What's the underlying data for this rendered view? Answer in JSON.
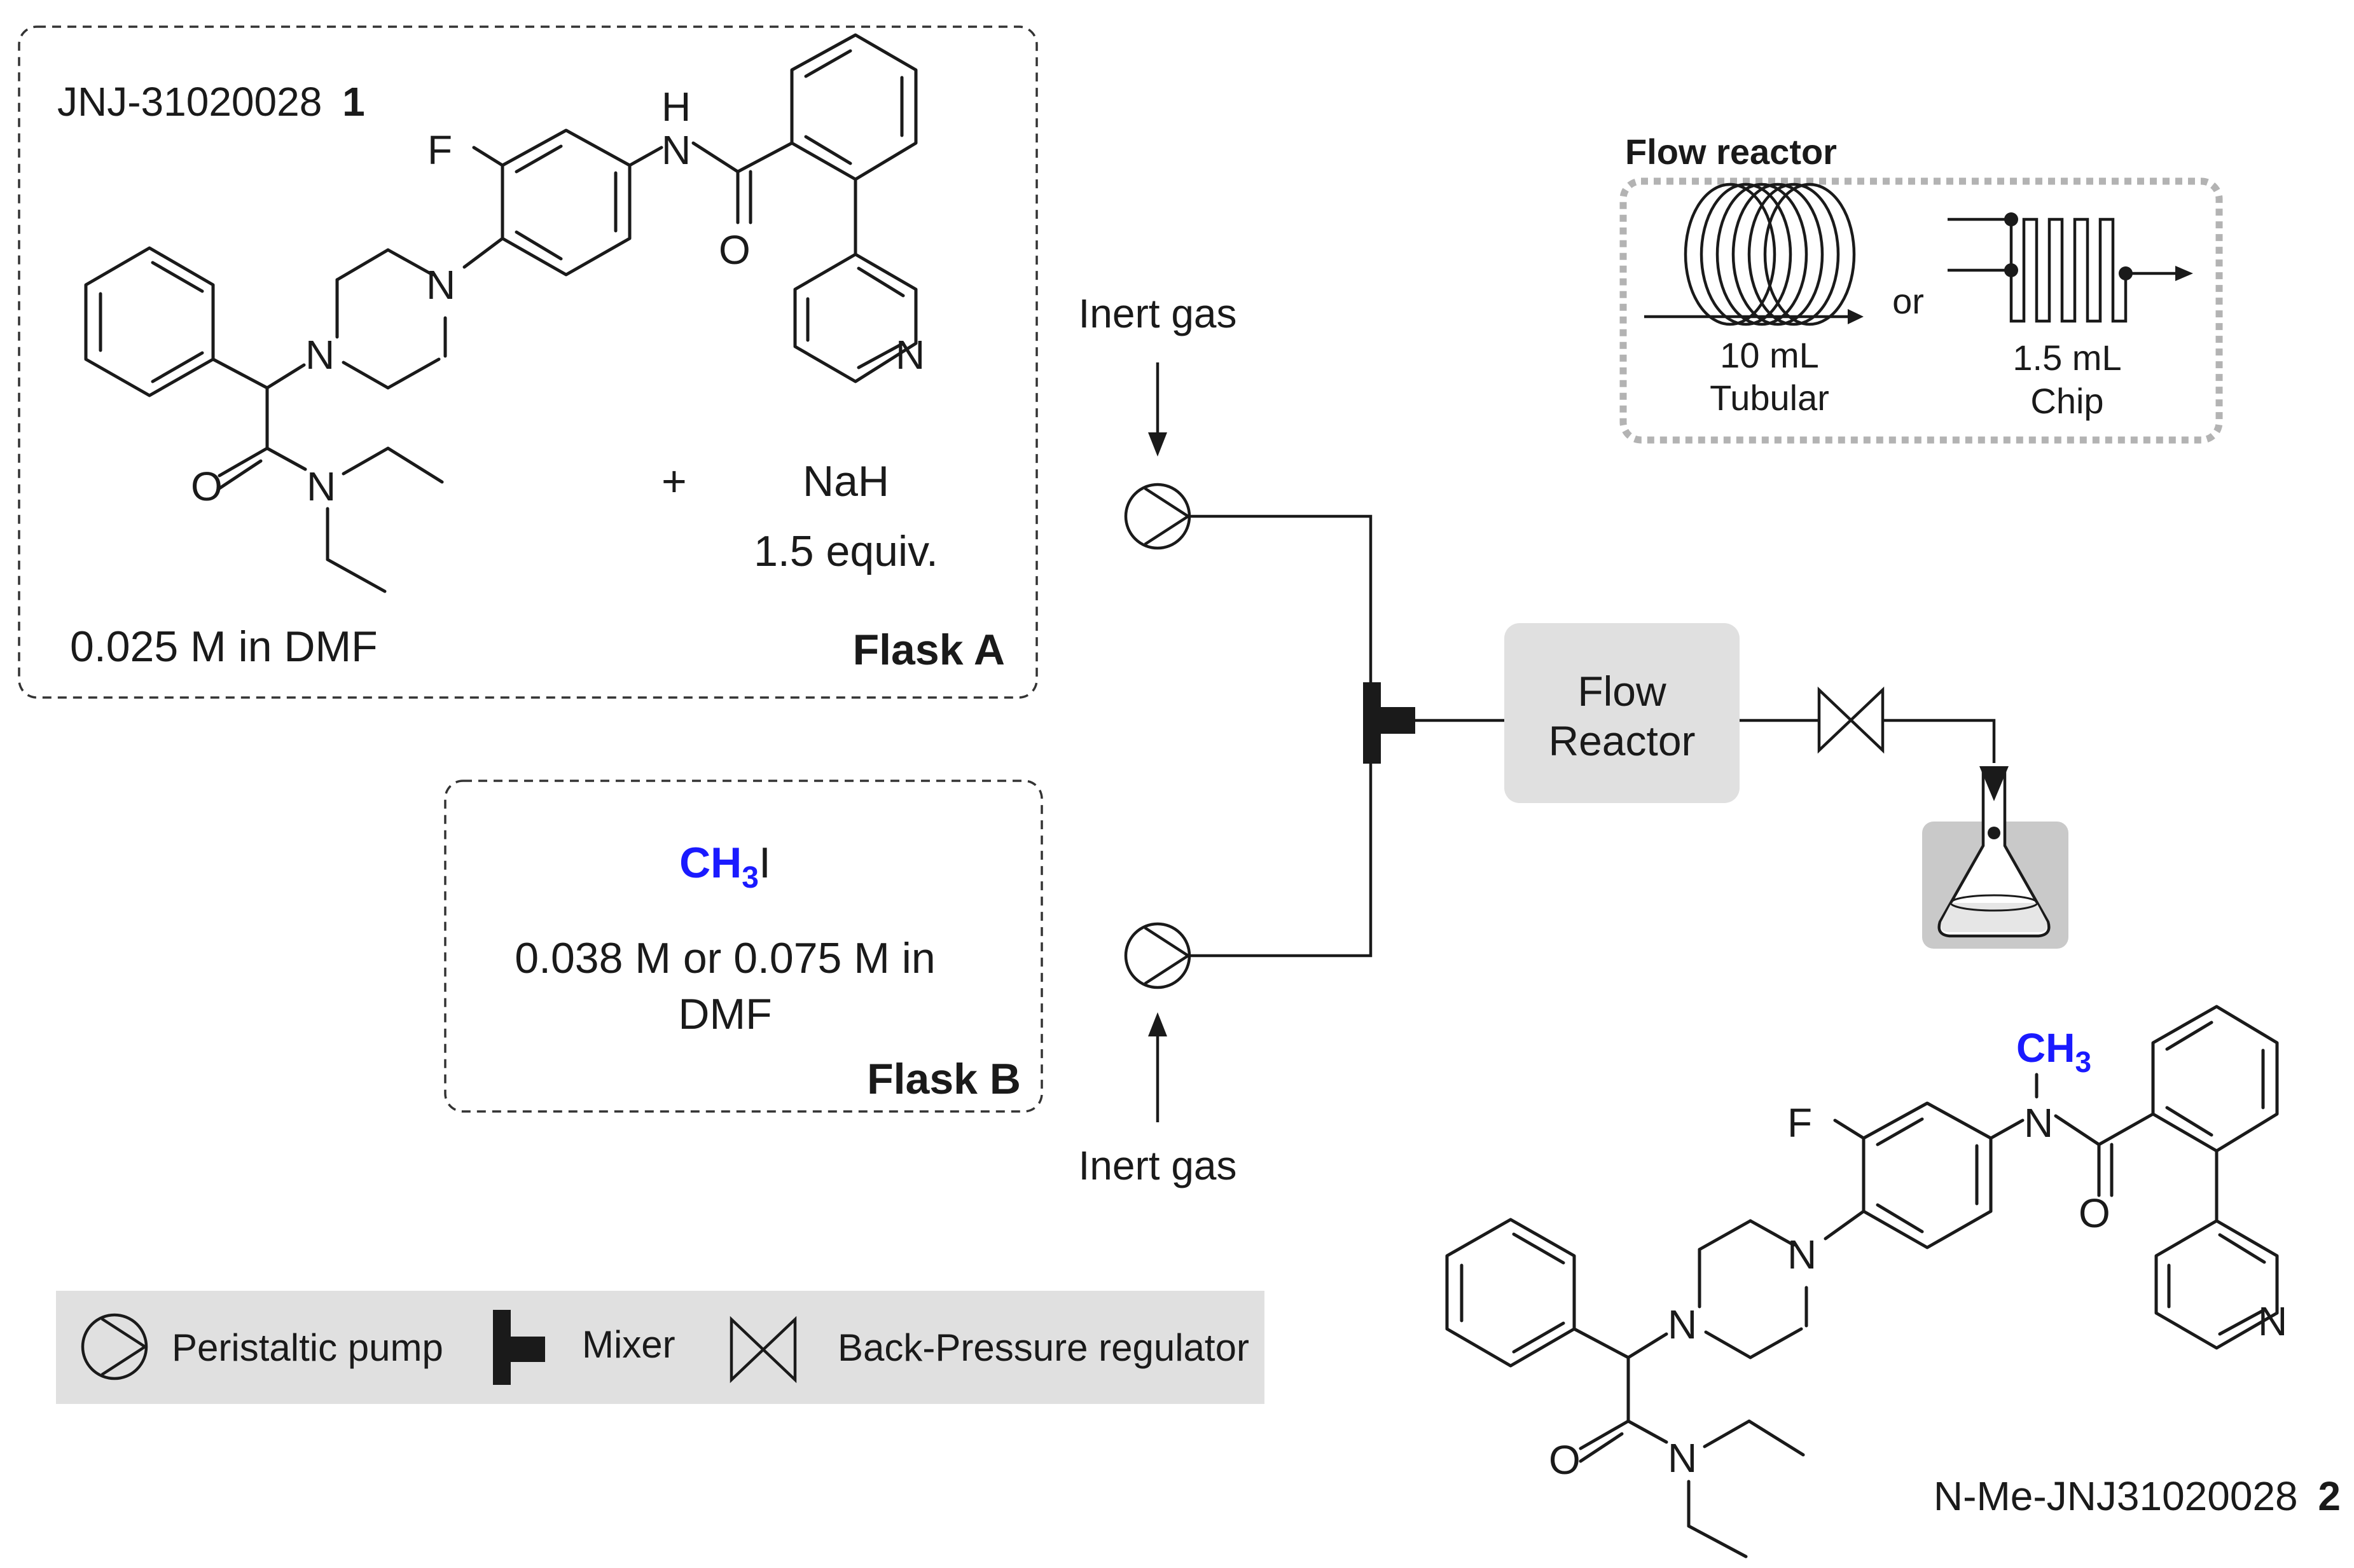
{
  "flask_a": {
    "compound_name": "JNJ-31020028",
    "compound_number": "1",
    "plus": "+",
    "reagent": "NaH",
    "reagent_equiv": "1.5 equiv.",
    "concentration": "0.025 M in DMF",
    "label": "Flask A"
  },
  "flask_b": {
    "reagent_ch": "CH",
    "reagent_sub": "3",
    "reagent_i": "I",
    "concentration_line1": "0.038 M or 0.075 M in",
    "concentration_line2": "DMF",
    "label": "Flask B"
  },
  "inert_gas_top": "Inert gas",
  "inert_gas_bottom": "Inert gas",
  "flow_reactor_box": {
    "line1": "Flow",
    "line2": "Reactor"
  },
  "flow_reactor_inset": {
    "title": "Flow reactor",
    "tubular_volume": "10 mL",
    "tubular_label": "Tubular",
    "or": "or",
    "chip_volume": "1.5 mL",
    "chip_label": "Chip"
  },
  "legend": {
    "pump": "Peristaltic pump",
    "mixer": "Mixer",
    "bpr": "Back-Pressure regulator"
  },
  "product": {
    "name": "N-Me-JNJ31020028",
    "number": "2",
    "methyl_ch": "CH",
    "methyl_sub": "3"
  },
  "atoms": {
    "F": "F",
    "N": "N",
    "H": "H",
    "O": "O"
  },
  "colors": {
    "methyl_blue": "#1a1aff",
    "panel_gray": "#e0e0e0",
    "inset_border": "#b3b3b3"
  }
}
